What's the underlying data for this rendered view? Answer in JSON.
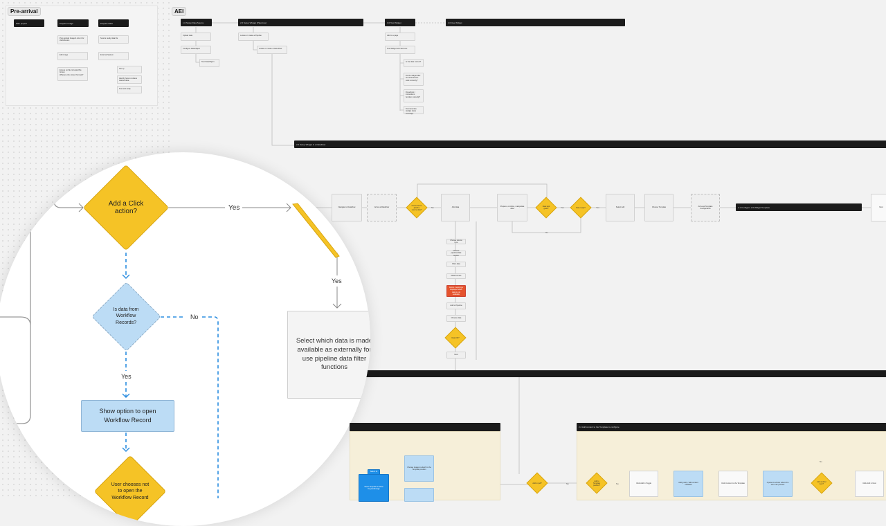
{
  "pre_arrival": {
    "title": "Pre-arrival",
    "headers": [
      "Plan project",
      "Prepare Image",
      "Prepare Data"
    ],
    "nodes": [
      "Prep upload Image & size it for client device",
      "Edit image",
      "Ensure no file corrupted file format",
      "What are the correct formats?",
      "Source ready data file",
      "External System",
      "Set up",
      "Identify how to retrieve desired data",
      "Test and verify"
    ]
  },
  "aei": {
    "title": "AEI",
    "headers": [
      "1.0 Setup Data Source",
      "2.0 Setup Widget (Pipelines)",
      "3.0 Test Widget",
      "4.0 Use Widget"
    ],
    "nodes": [
      "Upload data",
      "Configure DataObject",
      "Test DataObject",
      "Locate or create a Pipeline",
      "Locate or create a Data Flow",
      "Add to a page",
      "Test Widget and Services",
      "Is the data correct?",
      "Do the widget filter and interactions work correctly?",
      "Do actions / interactions function correctly?",
      "Do interactive tooltips show correctly?"
    ]
  },
  "main_flow": {
    "bar_label": "2.0 Setup Widget in a DataFlow",
    "nodes": [
      "Navigate to DataFlow",
      "Arrive at DataFlow",
      "Add data",
      "Prepare, combine, manipulate data",
      "Select Add",
      "Choose Template",
      "Arrive at Template Configuration",
      "Next"
    ],
    "diamonds": [
      "Connected to pipeline source data?",
      "Data look good?",
      "Data ready?"
    ],
    "connector_labels": [
      "No",
      "Yes",
      "Yes",
      "No"
    ],
    "bar2_label": "2.1 Configure 2.0 Widget Template",
    "stack": [
      "Choose source type",
      "Choose pipeline/data source",
      "Filter data",
      "Data formats",
      "Errors / warnings displayed when data is not available",
      "Add to Pipeline",
      "Choose data",
      "Data OK?",
      "Next"
    ]
  },
  "bottom": {
    "bar_right_label": "2.2 Add content to the Template to configure",
    "nodes": [
      "Select 11",
      "Show Template to allow Keywordimage",
      "Choose image to attach to the Template position",
      "Click Add in Toggle",
      "Add (push) / Edit content variables",
      "Click Content to the Template",
      "A panel is shown where the user can preview",
      "Click Add in Next"
    ],
    "diamonds": [
      "Add to pull?",
      "Add to Template position?",
      "Add another item?"
    ],
    "connector_labels": [
      "No",
      "No",
      "No"
    ]
  },
  "lens": {
    "diamond_click": "Add a Click action?",
    "yes_right": "Yes",
    "yes_down_right": "Yes",
    "select_box": "Select which data is made available as externally for use pipeline data filter functions",
    "diamond_records": "Is data from Workflow Records?",
    "no_label": "No",
    "yes_down": "Yes",
    "show_option": "Show option to open Workflow Record",
    "diamond_user": "User chooses not to open the Workflow Record"
  },
  "colors": {
    "decision": "#f5c326",
    "info": "#bcdcf5",
    "header": "#1b1b1b",
    "error": "#e5532d",
    "swimlane": "#f6efd9",
    "folder": "#1e8fe8"
  }
}
